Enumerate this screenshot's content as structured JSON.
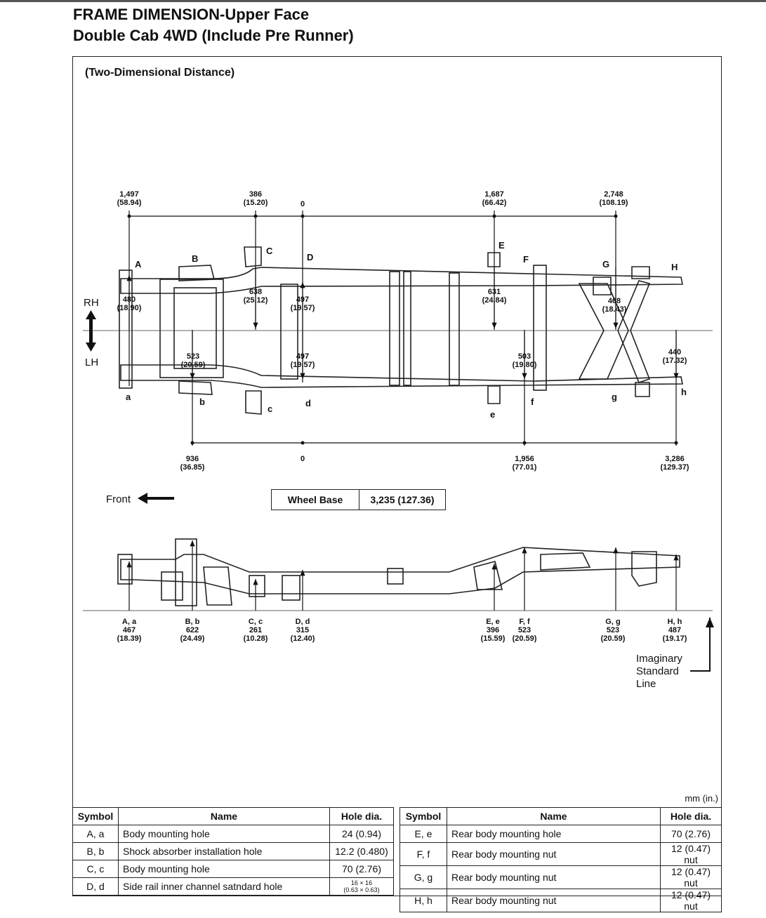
{
  "title_line1": "FRAME DIMENSION-Upper Face",
  "title_line2": "Double Cab 4WD (Include Pre Runner)",
  "subtitle": "(Two-Dimensional Distance)",
  "top_dims": [
    {
      "v": "1,497",
      "i": "(58.94)"
    },
    {
      "v": "386",
      "i": "(15.20)"
    },
    {
      "v": "0",
      "i": ""
    },
    {
      "v": "1,687",
      "i": "(66.42)"
    },
    {
      "v": "2,748",
      "i": "(108.19)"
    }
  ],
  "bottom_dims": [
    {
      "v": "936",
      "i": "(36.85)"
    },
    {
      "v": "0",
      "i": ""
    },
    {
      "v": "1,956",
      "i": "(77.01)"
    },
    {
      "v": "3,286",
      "i": "(129.37)"
    }
  ],
  "rh_dims": [
    {
      "v": "480",
      "i": "(18.90)"
    },
    {
      "v": "638",
      "i": "(25.12)"
    },
    {
      "v": "497",
      "i": "(19.57)"
    },
    {
      "v": "631",
      "i": "(24.84)"
    },
    {
      "v": "468",
      "i": "(18.43)"
    }
  ],
  "lh_dims": [
    {
      "v": "523",
      "i": "(20.59)"
    },
    {
      "v": "497",
      "i": "(19.57)"
    },
    {
      "v": "503",
      "i": "(19.80)"
    },
    {
      "v": "440",
      "i": "(17.32)"
    }
  ],
  "upper_letters": [
    "A",
    "B",
    "C",
    "D",
    "E",
    "F",
    "G",
    "H"
  ],
  "lower_letters": [
    "a",
    "b",
    "c",
    "d",
    "e",
    "f",
    "g",
    "h"
  ],
  "rh_label": "RH",
  "lh_label": "LH",
  "front_label": "Front",
  "wheel_base": {
    "label": "Wheel Base",
    "value": "3,235 (127.36)"
  },
  "height_dims": [
    {
      "s": "A, a",
      "v": "467",
      "i": "(18.39)"
    },
    {
      "s": "B, b",
      "v": "622",
      "i": "(24.49)"
    },
    {
      "s": "C, c",
      "v": "261",
      "i": "(10.28)"
    },
    {
      "s": "D, d",
      "v": "315",
      "i": "(12.40)"
    },
    {
      "s": "E, e",
      "v": "396",
      "i": "(15.59)"
    },
    {
      "s": "F, f",
      "v": "523",
      "i": "(20.59)"
    },
    {
      "s": "G, g",
      "v": "523",
      "i": "(20.59)"
    },
    {
      "s": "H, h",
      "v": "487",
      "i": "(19.17)"
    }
  ],
  "imaginary_line": [
    "Imaginary",
    "Standard",
    "Line"
  ],
  "unit_note": "mm (in.)",
  "table_headers": {
    "symbol": "Symbol",
    "name": "Name",
    "hole": "Hole dia."
  },
  "table_left": [
    {
      "symbol": "A, a",
      "name": "Body mounting hole",
      "hole": "24 (0.94)"
    },
    {
      "symbol": "B, b",
      "name": "Shock absorber installation hole",
      "hole": "12.2 (0.480)"
    },
    {
      "symbol": "C, c",
      "name": "Body mounting hole",
      "hole": "70 (2.76)"
    },
    {
      "symbol": "D, d",
      "name": "Side rail inner channel satndard hole",
      "hole": "16 × 16",
      "hole2": "(0.63 × 0.63)"
    }
  ],
  "table_right": [
    {
      "symbol": "E, e",
      "name": "Rear body mounting hole",
      "hole": "70 (2.76)"
    },
    {
      "symbol": "F, f",
      "name": "Rear body mounting nut",
      "hole": "12 (0.47) nut"
    },
    {
      "symbol": "G, g",
      "name": "Rear body mounting nut",
      "hole": "12 (0.47) nut"
    },
    {
      "symbol": "H, h",
      "name": "Rear body mounting nut",
      "hole": "12 (0.47) nut"
    }
  ]
}
